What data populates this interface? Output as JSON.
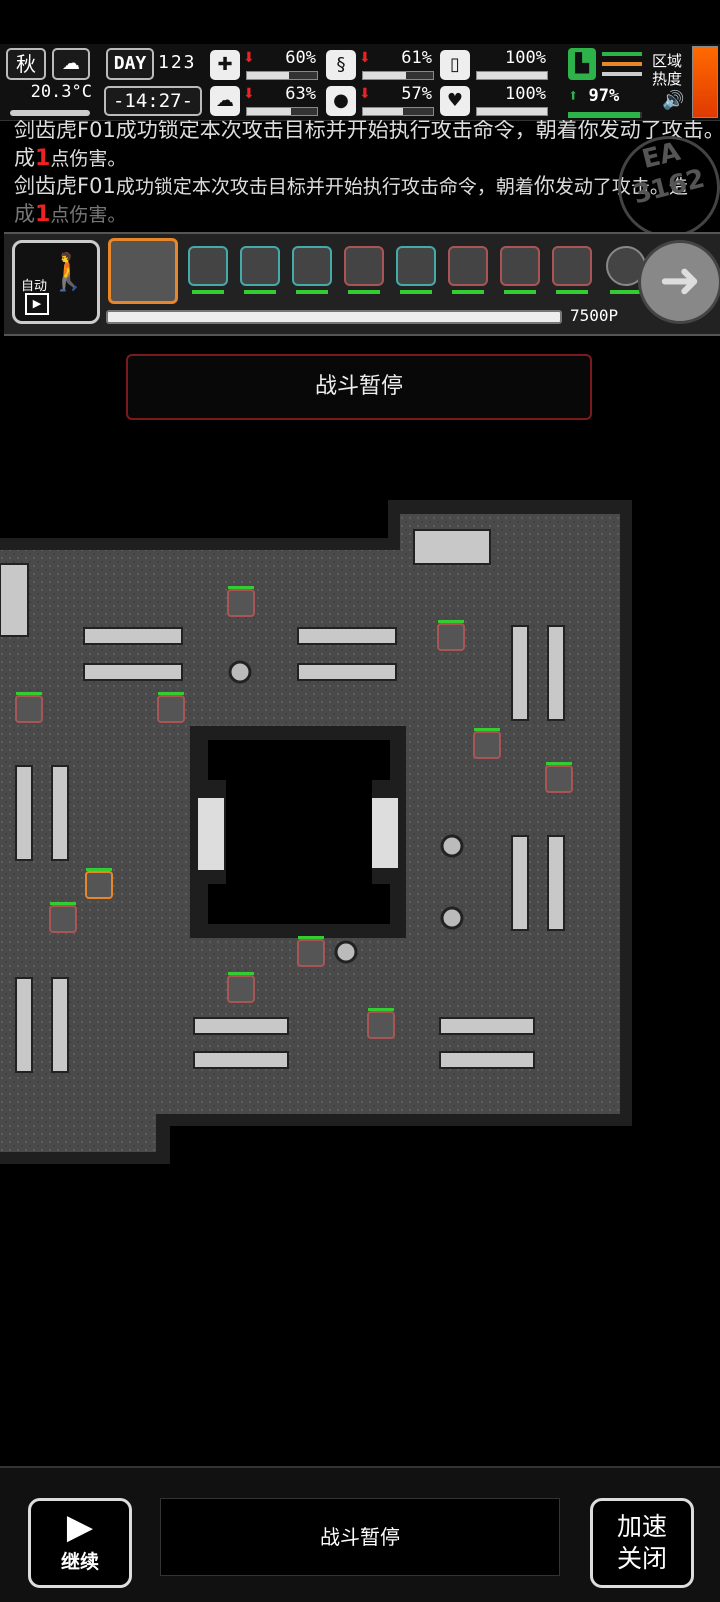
{
  "status": {
    "season": "秋",
    "temperature": "20.3°C",
    "day_label": "DAY",
    "day_number": "123",
    "clock": "-14:27-",
    "stats": [
      {
        "name": "health",
        "icon": "medkit-icon",
        "glyph": "✚",
        "value": "60%",
        "fill": 0.6
      },
      {
        "name": "hunger",
        "icon": "stomach-icon",
        "glyph": "§",
        "value": "61%",
        "fill": 0.61
      },
      {
        "name": "stamina",
        "icon": "battery-icon",
        "glyph": "▯",
        "value": "100%",
        "fill": 1.0
      },
      {
        "name": "sanity",
        "icon": "brain-icon",
        "glyph": "☁",
        "value": "63%",
        "fill": 0.63
      },
      {
        "name": "thirst",
        "icon": "water-drop-icon",
        "glyph": "●",
        "value": "57%",
        "fill": 0.57
      },
      {
        "name": "mood",
        "icon": "heart-icon",
        "glyph": "♥",
        "value": "100%",
        "fill": 1.0
      }
    ],
    "boot_value": "97%",
    "boot_fill": 0.97,
    "region_heat": "区域\n热度",
    "accent_orange": "#e8872a",
    "accent_green": "#2db34a"
  },
  "log": {
    "line_top": "剑齿虎F01成功锁定本次攻击目标并开始执行攻击命令，朝着你发动了攻击。造",
    "line_a_pre": "成",
    "line_a_num": "1",
    "line_a_post": "点伤害。",
    "line_b_name": "剑齿虎F01",
    "line_b_mid": "成功锁定本次攻击目标并开始执行攻击命令，朝着",
    "line_b_you": "你",
    "line_b_end": "发动了攻击。造",
    "line_c_pre": "成",
    "line_c_num": "1",
    "line_c_post": "点伤害。",
    "watermark": "EA\n3162"
  },
  "strip": {
    "auto_label": "自动",
    "dp": "7500P",
    "xp_fill": 1.0
  },
  "pause_banner": "战斗暂停",
  "bottom": {
    "continue_label": "继续",
    "panel_text": "战斗暂停",
    "speed_label_1": "加速",
    "speed_label_2": "关闭"
  }
}
